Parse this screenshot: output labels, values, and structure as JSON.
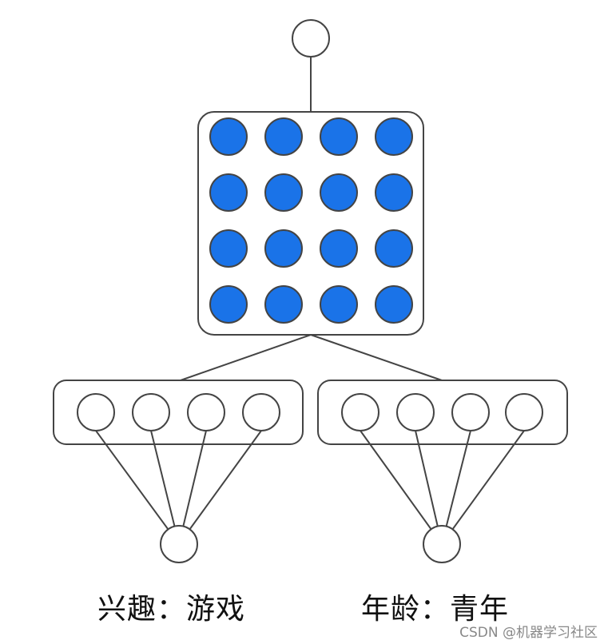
{
  "labels": {
    "left": "兴趣：游戏",
    "right": "年龄：青年"
  },
  "watermark": "CSDN @机器学习社区",
  "colors": {
    "stroke": "#444444",
    "node_fill": "#ffffff",
    "active_fill": "#1a73e8"
  },
  "diagram": {
    "output_nodes": 1,
    "cross_grid": {
      "rows": 4,
      "cols": 4
    },
    "embedding_groups": [
      {
        "name": "兴趣",
        "value": "游戏",
        "units": 4
      },
      {
        "name": "年龄",
        "value": "青年",
        "units": 4
      }
    ]
  }
}
